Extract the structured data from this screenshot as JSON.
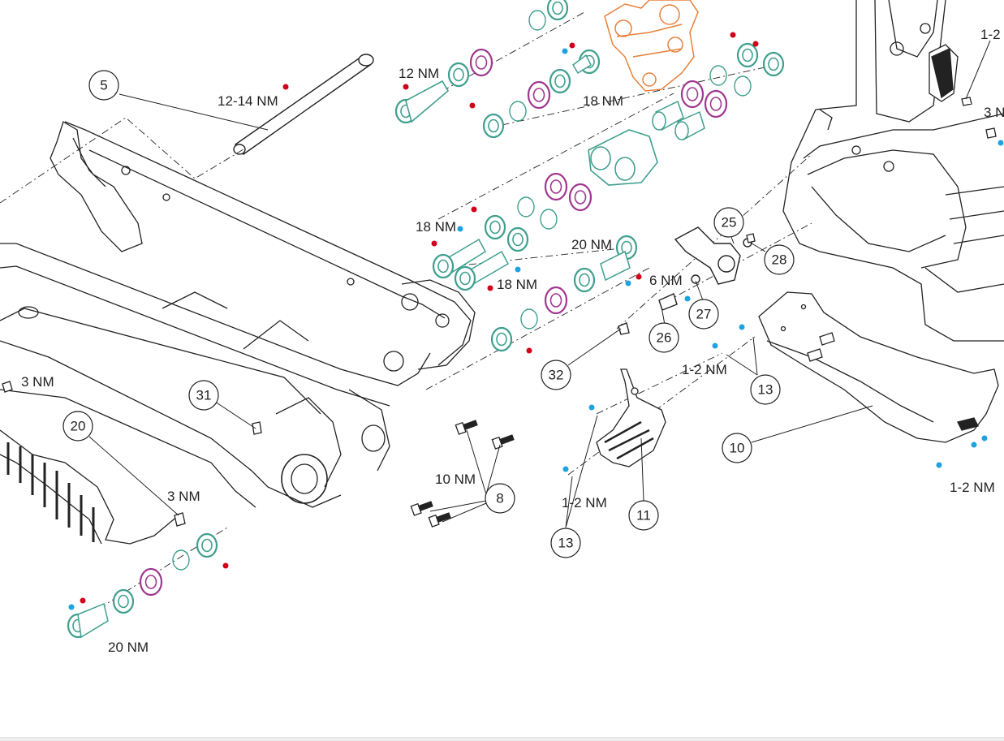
{
  "colors": {
    "line": "#222222",
    "teal": "#3f9f8f",
    "magenta": "#a0368f",
    "orange": "#e8803a",
    "dot_red": "#d0021b",
    "dot_blue": "#1fa3e0"
  },
  "torque_labels": {
    "t_12_14": "12-14 NM",
    "t_12": "12 NM",
    "t_18_top": "18 NM",
    "t_18_left": "18 NM",
    "t_18_mid": "18 NM",
    "t_20_mid": "20 NM",
    "t_6": "6 NM",
    "t_1_2_mid": "1-2 NM",
    "t_1_2_top": "1-2",
    "t_3_top": "3 N",
    "t_3_left": "3 NM",
    "t_3_lower": "3 NM",
    "t_10": "10 NM",
    "t_1_2_bottom": "1-2 NM",
    "t_1_2_right": "1-2 NM",
    "t_20_bottom": "20 NM"
  },
  "callouts": {
    "c5": "5",
    "c25": "25",
    "c28": "28",
    "c27": "27",
    "c26": "26",
    "c32": "32",
    "c13_right": "13",
    "c10": "10",
    "c31": "31",
    "c20": "20",
    "c8": "8",
    "c11": "11",
    "c13_bottom": "13"
  },
  "icons": [
    "frame-icon",
    "shock-link-icon",
    "motor-housing-icon",
    "skid-plate-icon",
    "bearing-icon",
    "bolt-icon",
    "washer-icon",
    "axle-icon"
  ]
}
